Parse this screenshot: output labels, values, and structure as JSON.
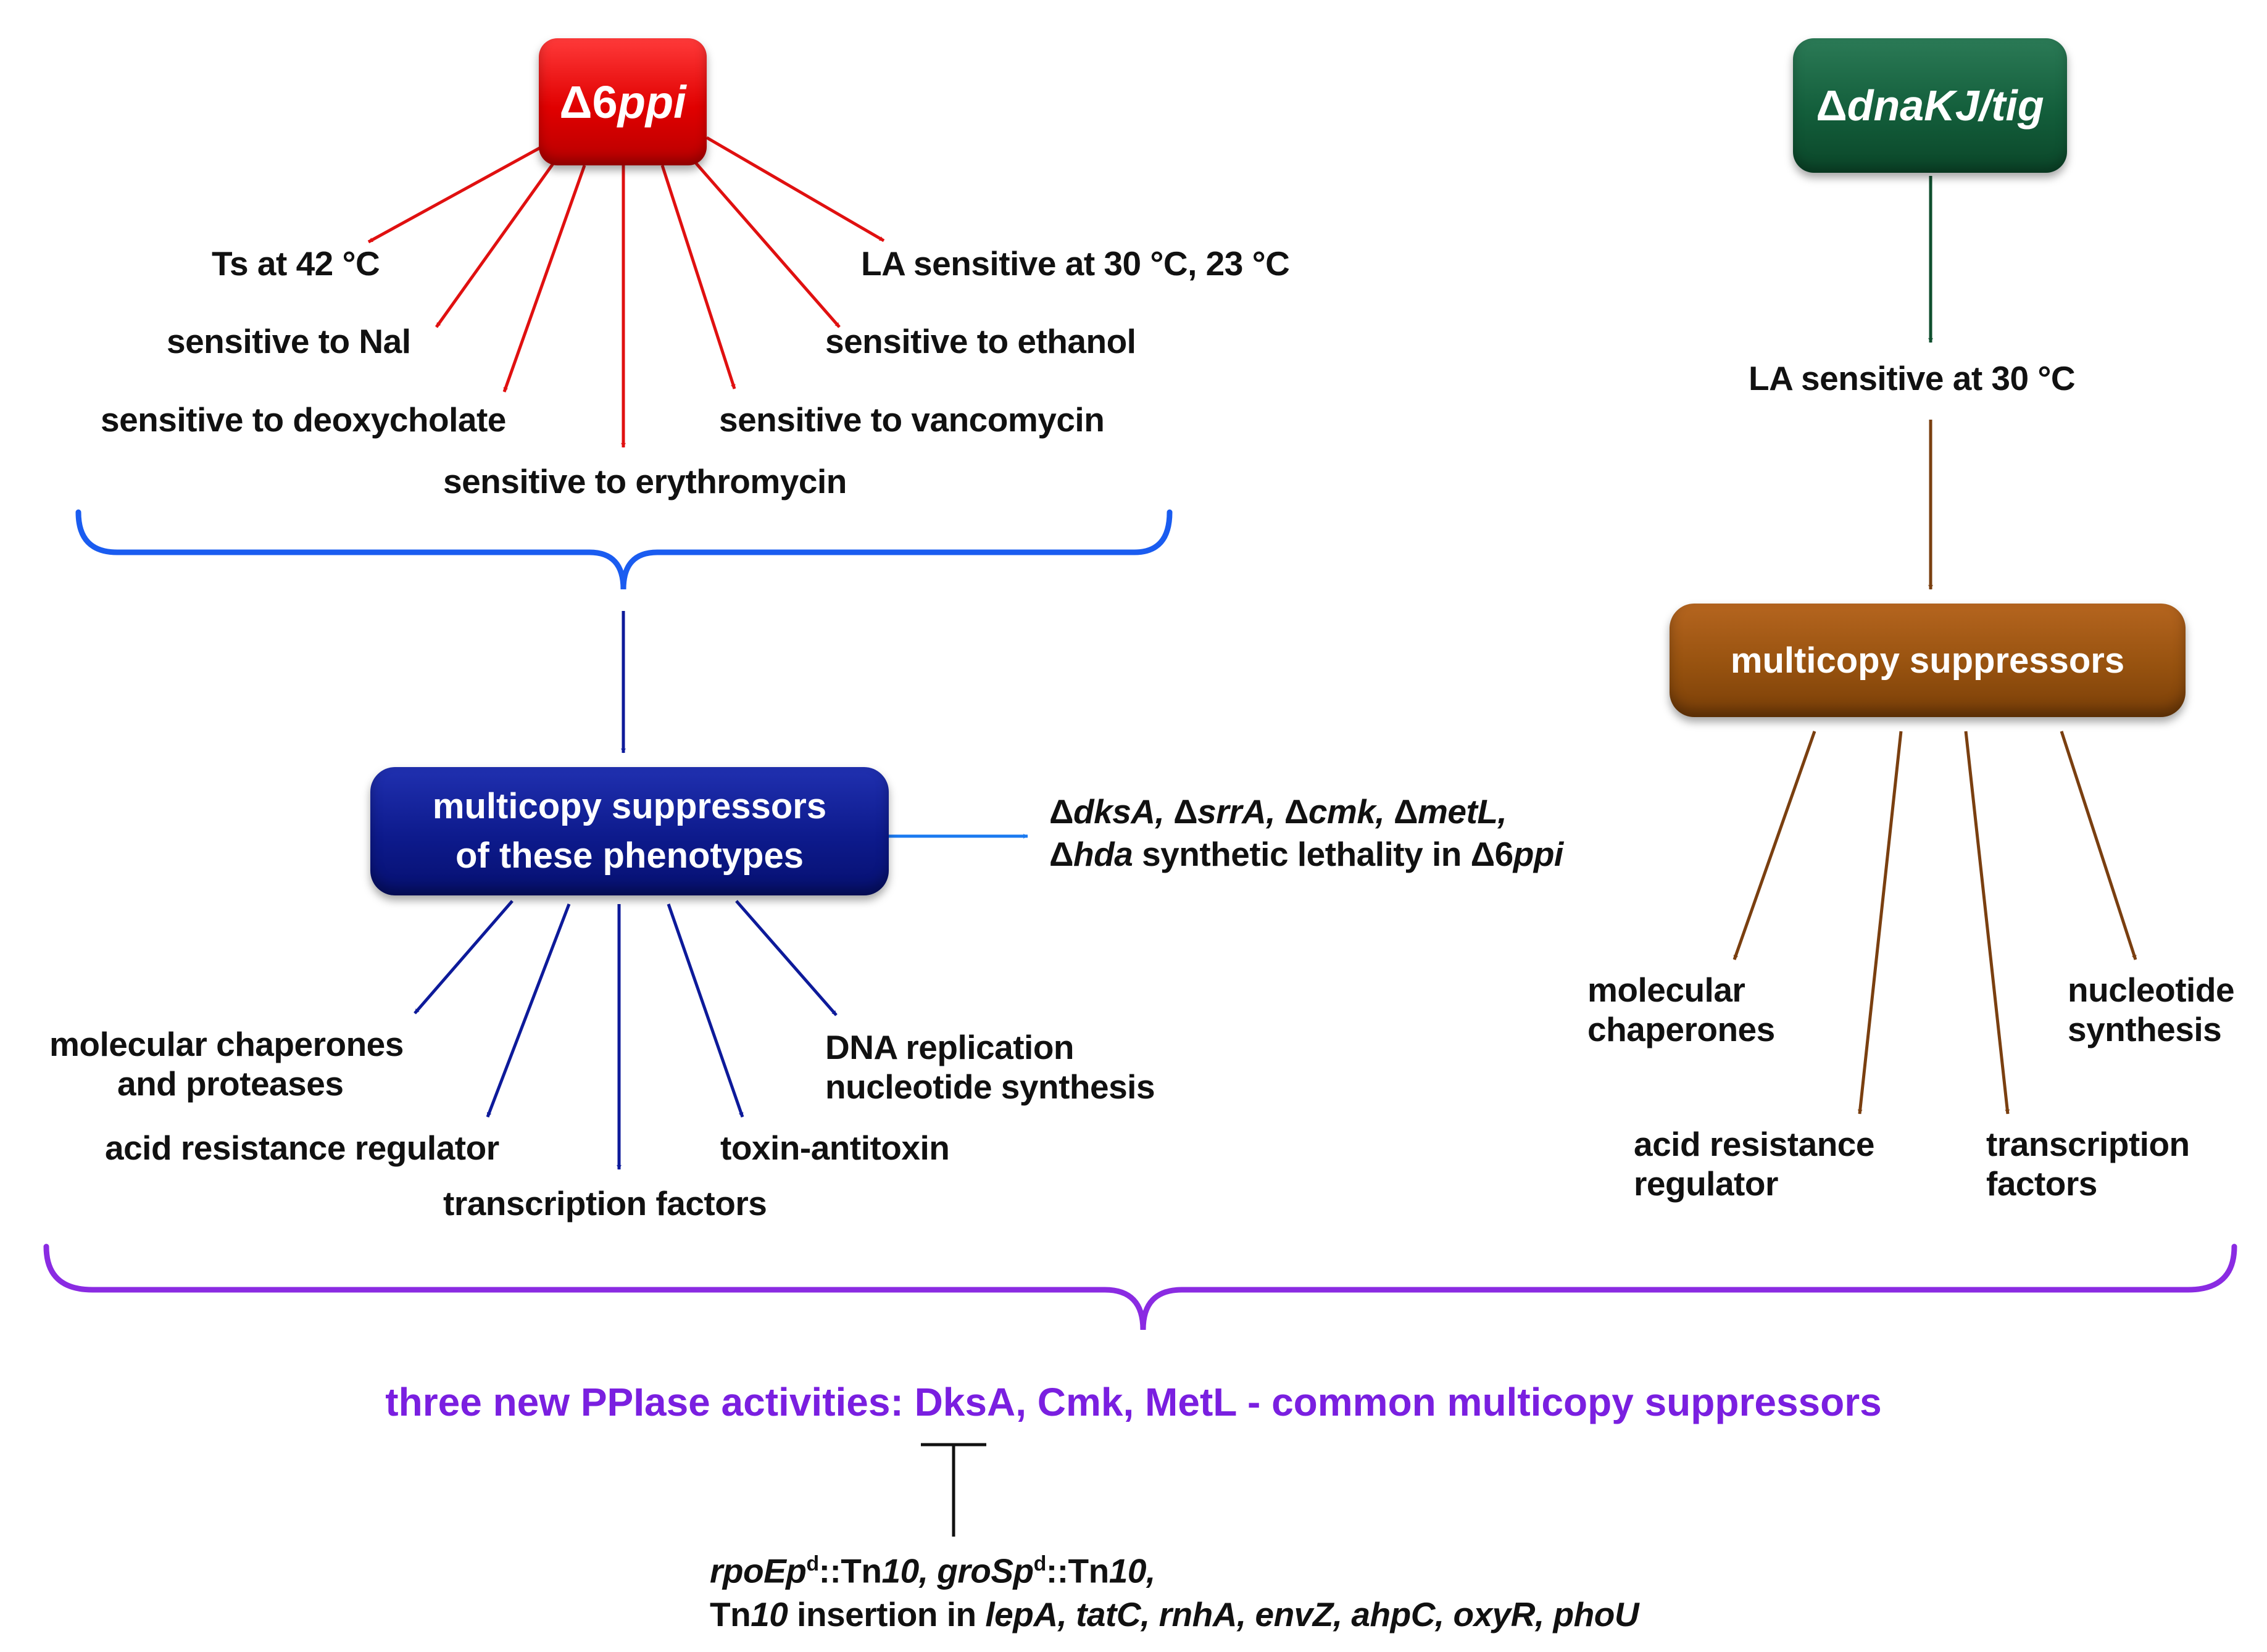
{
  "colors": {
    "red": "#e01010",
    "green": "#0f4f2e",
    "blue_brace": "#1a5cf0",
    "navy": "#0d1a9a",
    "brown": "#7a3f10",
    "purple": "#8a2be2",
    "black": "#111111"
  },
  "nodes": {
    "ppi_box": {
      "delta": "Δ",
      "digit": "6",
      "gene": "ppi"
    },
    "dnak_box": {
      "delta": "Δ",
      "gene": "dnaKJ/tig"
    },
    "left_suppressors": {
      "line1": "multicopy suppressors",
      "line2": "of these phenotypes"
    },
    "right_suppressors": {
      "label": "multicopy suppressors"
    }
  },
  "left_phenotypes": {
    "ts": "Ts at 42 °C",
    "nal": "sensitive to Nal",
    "deoxycholate": "sensitive to deoxycholate",
    "erythromycin": "sensitive to erythromycin",
    "vancomycin": "sensitive to vancomycin",
    "ethanol": "sensitive to ethanol",
    "la": "LA sensitive at 30 °C, 23 °C"
  },
  "right_phenotype": {
    "la": "LA sensitive at 30 °C"
  },
  "synthetic_lethality": {
    "delta": "Δ",
    "genes_line1": [
      "dksA,",
      "srrA,",
      "cmk,",
      "metL,"
    ],
    "gene_line2": "hda",
    "text_line2": "synthetic lethality in",
    "tail_digit": "6",
    "tail_gene": "ppi"
  },
  "left_suppressor_classes": {
    "chaperones_l1": "molecular chaperones",
    "chaperones_l2": "and proteases",
    "acid": "acid resistance regulator",
    "transcription": "transcription factors",
    "toxin": "toxin-antitoxin",
    "dna_l1": "DNA replication",
    "dna_l2": "nucleotide synthesis"
  },
  "right_suppressor_classes": {
    "chaperones_l1": "molecular",
    "chaperones_l2": "chaperones",
    "acid_l1": "acid resistance",
    "acid_l2": "regulator",
    "transcription_l1": "transcription",
    "transcription_l2": "factors",
    "nucleotide_l1": "nucleotide",
    "nucleotide_l2": "synthesis"
  },
  "conclusion": "three new PPIase activities: DksA, Cmk, MetL - common multicopy suppressors",
  "inhibitors": {
    "rpoE_gene": "rpoEp",
    "sup": "d",
    "tn": "::Tn",
    "tn_num": "10",
    "comma": ",",
    "groS_gene": "groSp",
    "tn_prefix": "Tn",
    "insertion_text": "insertion in",
    "genes": "lepA, tatC, rnhA, envZ, ahpC, oxyR, phoU"
  }
}
